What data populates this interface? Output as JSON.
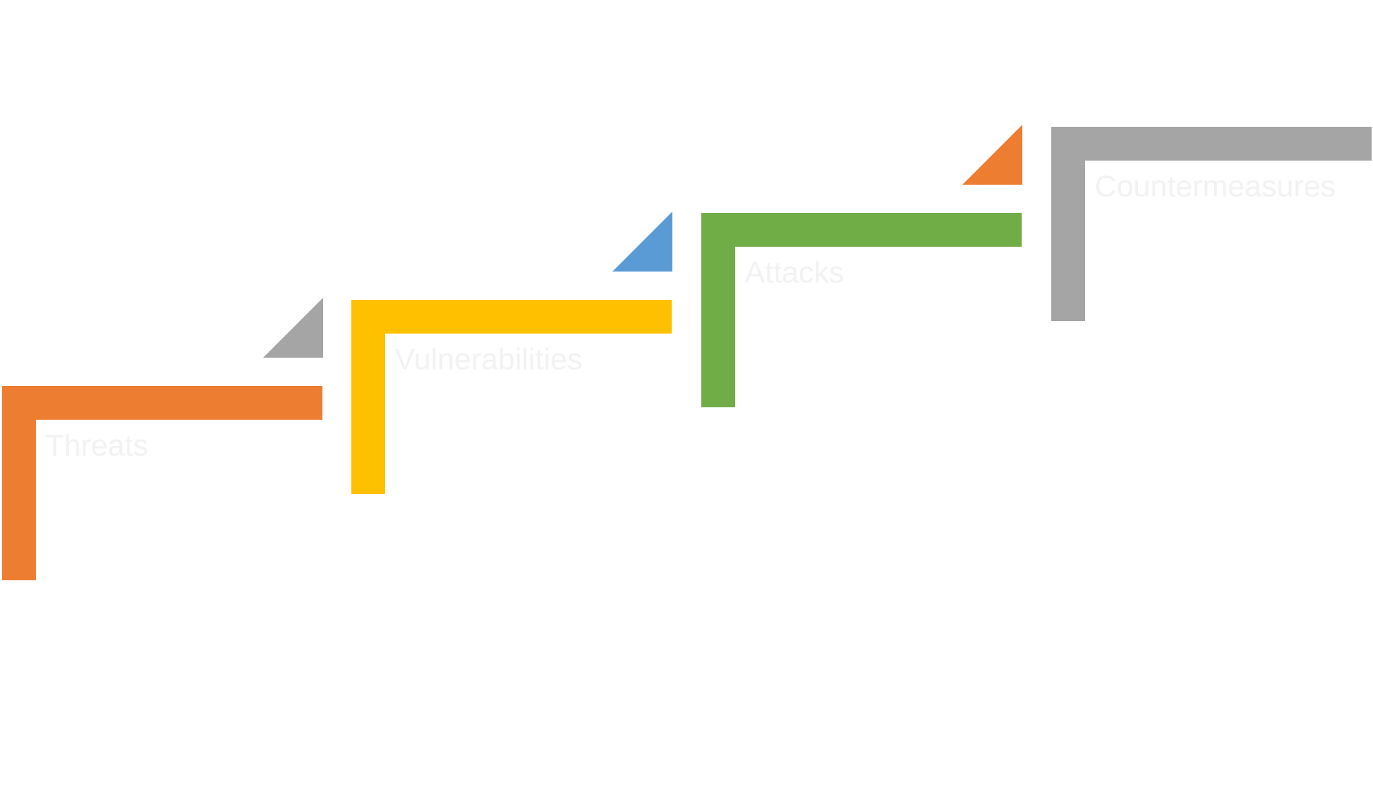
{
  "steps": [
    {
      "label": "Threats",
      "color": "#ED7D31",
      "marker_color": "#A5A5A5"
    },
    {
      "label": "Vulnerabilities",
      "color": "#FFC000",
      "marker_color": "#5B9BD5"
    },
    {
      "label": "Attacks",
      "color": "#70AD47",
      "marker_color": "#ED7D31"
    },
    {
      "label": "Countermeasures",
      "color": "#A5A5A5"
    }
  ],
  "colors": {
    "label_text": "#F2F2F2",
    "background": "#FFFFFF"
  }
}
